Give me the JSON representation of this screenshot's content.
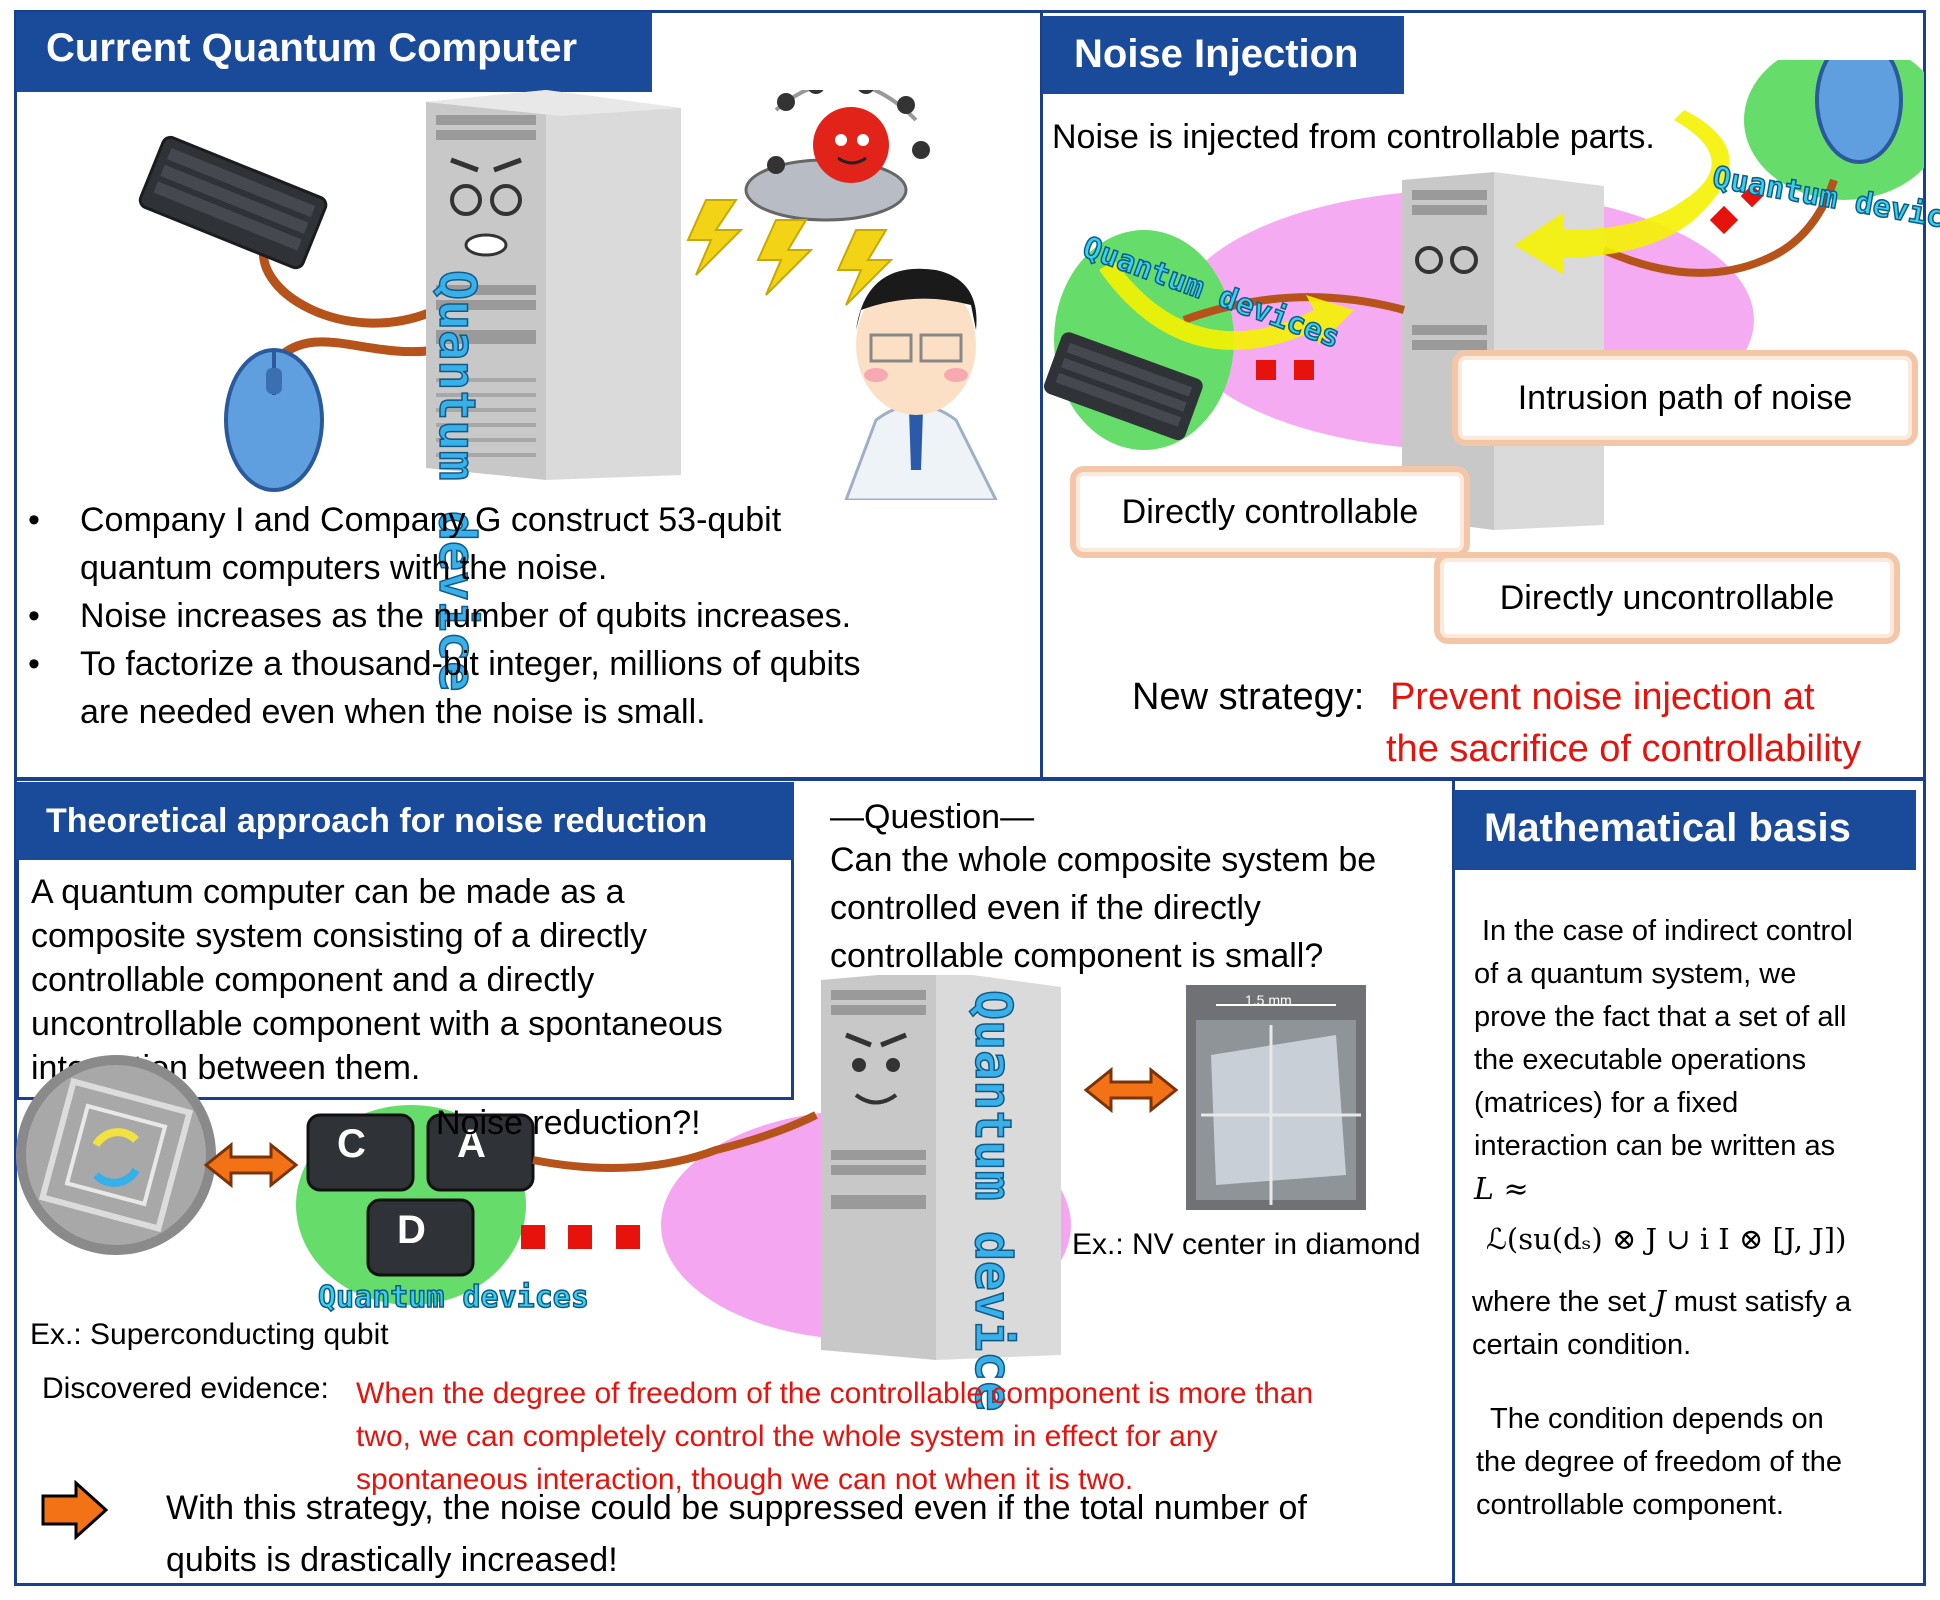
{
  "colors": {
    "header_bg": "#1a4a9a",
    "border": "#1a3f8f",
    "accent_red": "#e8120c",
    "callout_border": "#f4c6a8",
    "cable": "#b5531a"
  },
  "panel_current": {
    "header": "Current Quantum Computer",
    "tower_label": "Quantum device",
    "bullets": [
      "Company I and Company G construct 53-qubit quantum computers with the noise.",
      "Noise increases as the number of qubits increases.",
      "To factorize a thousand-bit integer, millions of qubits are needed even when the noise is small."
    ]
  },
  "panel_noise": {
    "header": "Noise Injection",
    "subtitle": "Noise is injected from controllable parts.",
    "label_devices_left": "Quantum devices",
    "label_devices_right": "Quantum devices",
    "callout_intrusion": "Intrusion path of noise",
    "callout_controllable": "Directly controllable",
    "callout_uncontrollable": "Directly uncontrollable",
    "strategy_label": "New strategy:",
    "strategy_line1": "Prevent noise injection at",
    "strategy_line2": "the sacrifice of controllability"
  },
  "panel_theory": {
    "header": "Theoretical approach for noise reduction",
    "description": "A quantum computer can be made as a composite system consisting of a directly controllable component and a directly uncontrollable component with a spontaneous interaction between them.",
    "question_title": "―Question―",
    "question_text": "Can the whole composite system be controlled even if the directly controllable component is small?",
    "noise_reduction": "Noise reduction?!",
    "keys": [
      "C",
      "A",
      "D"
    ],
    "devices_label": "Quantum devices",
    "tower_label": "Quantum device",
    "scale_label": "1.5 mm",
    "example_superconducting": "Ex.: Superconducting qubit",
    "example_nv": "Ex.: NV center in diamond",
    "evidence_label": "Discovered evidence:",
    "evidence_text": [
      "When the degree of freedom of the controllable component is more than",
      "two, we can completely control the whole system in effect for any",
      "spontaneous interaction, though we can not when it is two."
    ],
    "conclusion": [
      "With this strategy, the noise could be suppressed even if the total number of",
      "qubits is drastically increased!"
    ]
  },
  "panel_math": {
    "header": "Mathematical basis",
    "paragraph1": [
      "In the case of indirect control",
      "of a quantum system, we",
      "prove the fact that a set of all",
      "the executable operations",
      "(matrices) for a fixed",
      "interaction can be written as"
    ],
    "formula_line1": "L ≈",
    "formula_line2": "ℒ(su(dₛ) ⊗ J ∪ i I ⊗ [J, J])",
    "paragraph2_prefix": "where the set",
    "paragraph2_var": "J",
    "paragraph2_suffix": "must satisfy a",
    "paragraph2_line2": "certain condition.",
    "paragraph3": [
      "The condition depends on",
      "the degree of freedom of the",
      "controllable component."
    ]
  }
}
